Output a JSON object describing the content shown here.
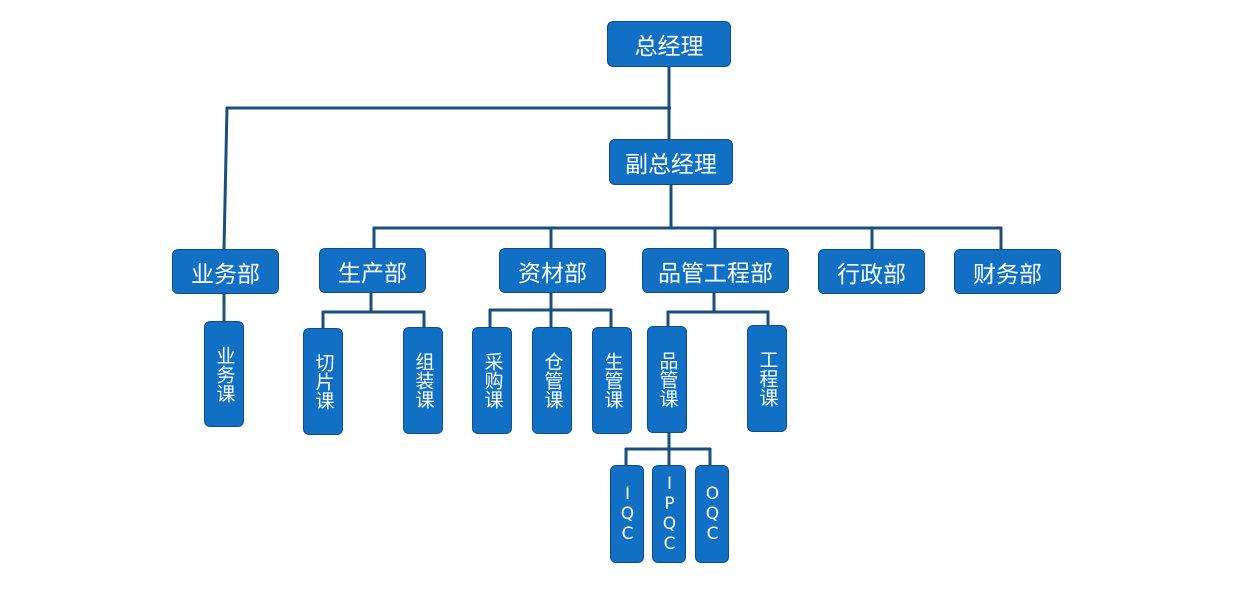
{
  "colors": {
    "box_fill": "#1170c4",
    "box_border": "#0f4f86",
    "line": "#1a4f7c",
    "text": "#ffffff"
  },
  "nodes": {
    "gm": "总经理",
    "deputy": "副总经理",
    "sales": "业务部",
    "production": "生产部",
    "materials": "资材部",
    "qe": "品管工程部",
    "admin": "行政部",
    "finance": "财务部",
    "sales_section": "业务课",
    "cutting": "切片课",
    "assembly": "组装课",
    "purchasing": "采购课",
    "warehouse": "仓管课",
    "prod_control": "生管课",
    "qc_section": "品管课",
    "engineering": "工程课",
    "iqc": "IQC",
    "ipqc": "IPQC",
    "oqc": "OQC"
  }
}
